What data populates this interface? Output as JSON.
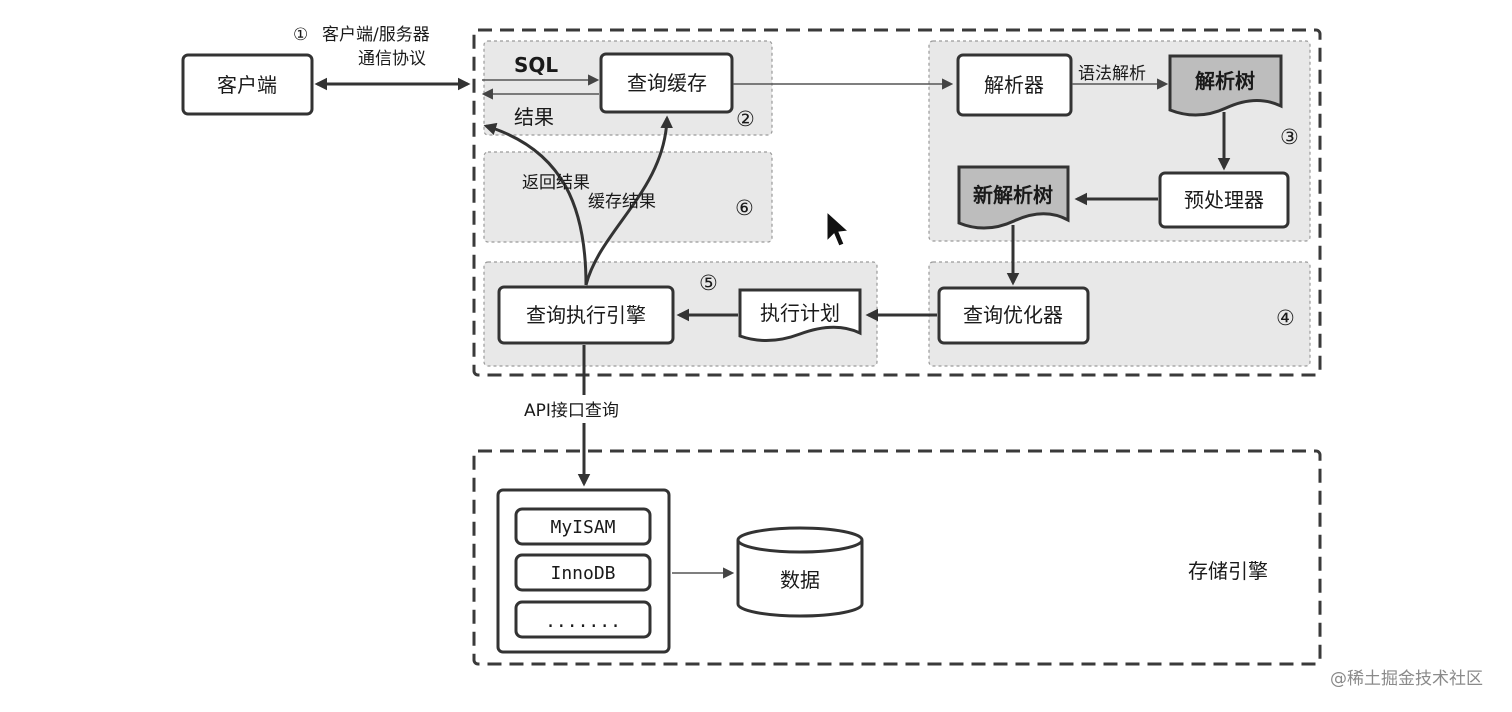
{
  "client": "客户端",
  "protocol": {
    "num": "①",
    "line1": "客户端/服务器",
    "line2": "通信协议"
  },
  "cache": {
    "label": "查询缓存",
    "sql": "SQL",
    "result": "结果",
    "num": "②"
  },
  "parser": {
    "label": "解析器",
    "edge": "语法解析",
    "tree": "解析树",
    "num": "③"
  },
  "preprocessor": "预处理器",
  "new_tree": "新解析树",
  "optimizer": {
    "label": "查询优化器",
    "num": "④"
  },
  "plan": "执行计划",
  "executor": {
    "label": "查询执行引擎",
    "num": "⑤"
  },
  "return_area": {
    "return_result": "返回结果",
    "cache_result": "缓存结果",
    "num": "⑥"
  },
  "api": "API接口查询",
  "engines": [
    "MyISAM",
    "InnoDB",
    "......."
  ],
  "data_store": "数据",
  "storage_label": "存储引擎",
  "watermark": "@稀土掘金技术社区"
}
